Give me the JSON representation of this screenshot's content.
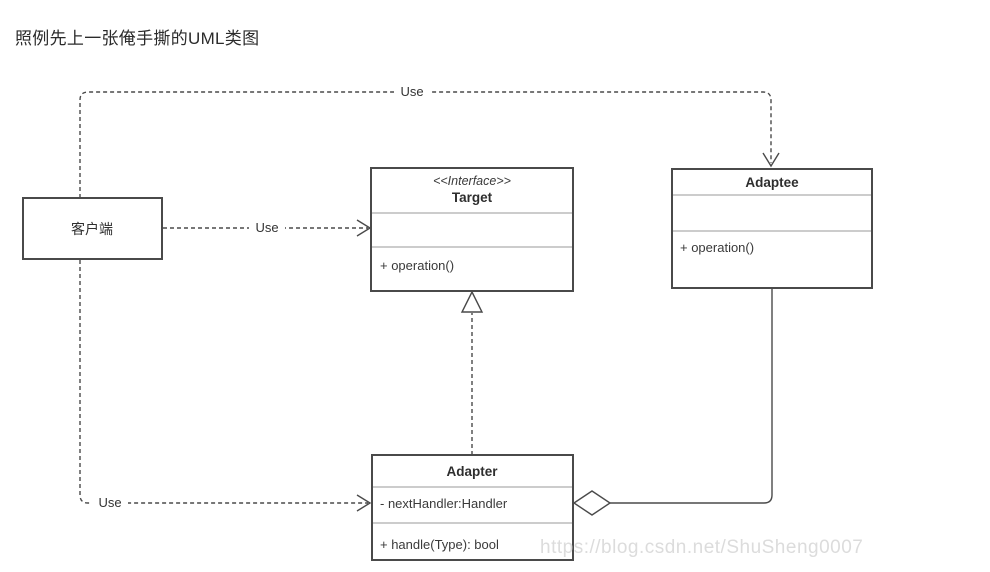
{
  "title": "照例先上一张俺手撕的UML类图",
  "watermark": "https://blog.csdn.net/ShuSheng0007",
  "colors": {
    "background": "#ffffff",
    "box_border": "#4a4a4a",
    "compartment_divider": "#9a9a9a",
    "text": "#333333",
    "edge": "#4a4a4a",
    "watermark_text": "#dcdcdc"
  },
  "classes": {
    "client": {
      "name": "客户端"
    },
    "target": {
      "stereotype": "<<Interface>>",
      "name": "Target",
      "methods": [
        "+ operation()"
      ]
    },
    "adaptee": {
      "name": "Adaptee",
      "methods": [
        "+ operation()"
      ]
    },
    "adapter": {
      "name": "Adapter",
      "attributes": [
        "- nextHandler:Handler"
      ],
      "methods": [
        "+ handle(Type): bool"
      ]
    }
  },
  "edges": {
    "client_to_adaptee": {
      "label": "Use",
      "type": "dashed dependency, open arrow into Adaptee top"
    },
    "client_to_target": {
      "label": "Use",
      "type": "dashed dependency, open arrow into Target left"
    },
    "client_to_adapter": {
      "label": "Use",
      "type": "dashed dependency, open arrow into Adapter left"
    },
    "adapter_to_target": {
      "type": "dashed realization, hollow triangle at Target bottom"
    },
    "adapter_to_adaptee": {
      "type": "solid aggregation, hollow diamond at Adapter right"
    }
  }
}
